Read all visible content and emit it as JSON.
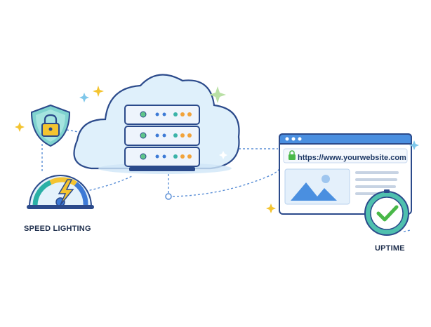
{
  "labels": {
    "speed": "SPEED LIGHTING",
    "uptime": "UPTIME"
  },
  "browser": {
    "url": "https://www.yourwebsite.com"
  },
  "icons": [
    "cloud-icon",
    "server-rack-icon",
    "shield-lock-icon",
    "speedometer-icon",
    "lightning-bolt-icon",
    "browser-window-icon",
    "image-placeholder-icon",
    "lock-icon",
    "clock-check-icon",
    "sparkle-icon"
  ],
  "colors": {
    "outline": "#2b4a8b",
    "cloud": "#dff0fb",
    "server": "#e9f1fb",
    "browser_bar": "#4a8fe0",
    "accent_teal": "#2bb0a6",
    "accent_yellow": "#f4c430",
    "check_green": "#49b848"
  }
}
